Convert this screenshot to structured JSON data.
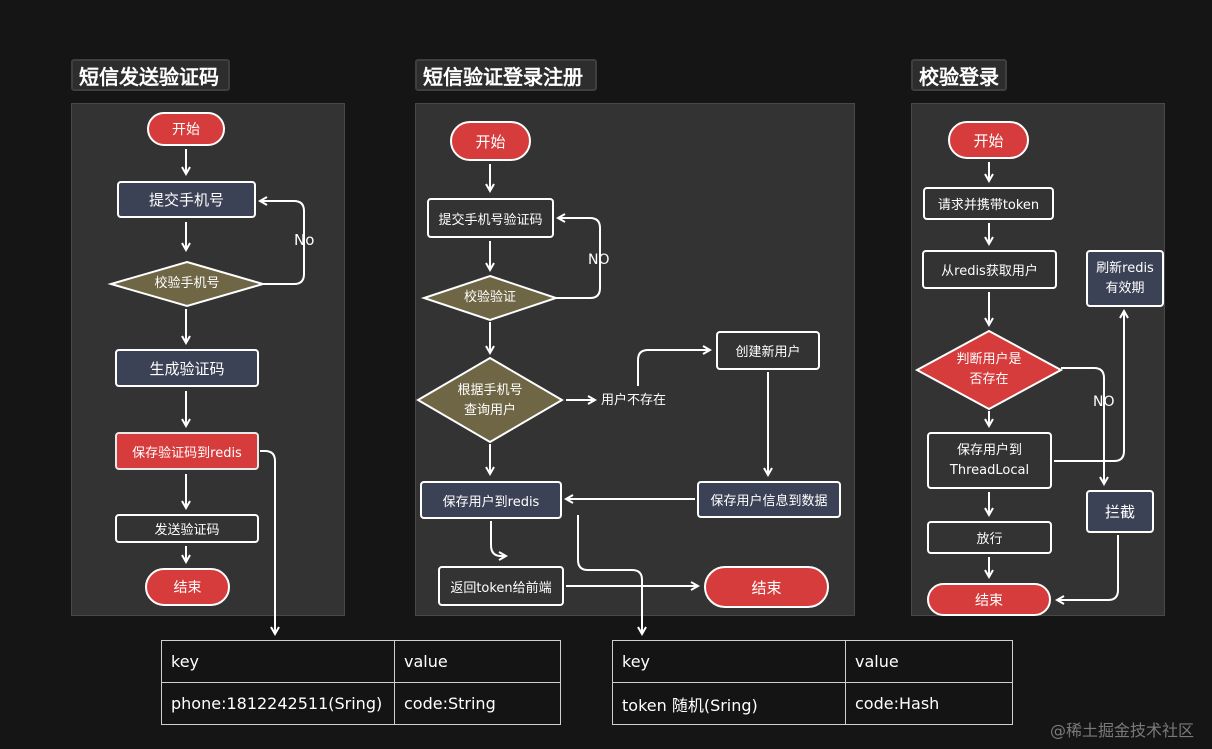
{
  "sections": {
    "sms": "短信发送验证码",
    "login": "短信验证登录注册",
    "check": "校验登录"
  },
  "sms": {
    "start": "开始",
    "submit": "提交手机号",
    "verify": "校验手机号",
    "no": "No",
    "generate": "生成验证码",
    "save": "保存验证码到redis",
    "send": "发送验证码",
    "end": "结束"
  },
  "login": {
    "start": "开始",
    "submit": "提交手机号验证码",
    "verify": "校验验证",
    "no": "NO",
    "query_line1": "根据手机号",
    "query_line2": "查询用户",
    "not_exist": "用户不存在",
    "create": "创建新用户",
    "save_db": "保存用户信息到数据",
    "save_redis": "保存用户到redis",
    "return_token": "返回token给前端",
    "end": "结束"
  },
  "check": {
    "start": "开始",
    "request": "请求并携带token",
    "fetch": "从redis获取用户",
    "refresh_line1": "刷新redis",
    "refresh_line2": "有效期",
    "exists_line1": "判断用户是",
    "exists_line2": "否存在",
    "no": "NO",
    "save_line1": "保存用户到",
    "save_line2": "ThreadLocal",
    "intercept": "拦截",
    "release": "放行",
    "end": "结束"
  },
  "table_left": {
    "headers": [
      "key",
      "value"
    ],
    "row": [
      "phone:1812242511(Sring)",
      "code:String"
    ]
  },
  "table_right": {
    "headers": [
      "key",
      "value"
    ],
    "row": [
      "token 随机(Sring)",
      "code:Hash"
    ]
  },
  "watermark": "@稀土掘金技术社区",
  "colors": {
    "background": "#151515",
    "panel": "#333333",
    "terminal_red": "#d63c3c",
    "process_blue": "#3c4256",
    "decision_olive": "#6f6645",
    "decision_red": "#d63c3c"
  }
}
